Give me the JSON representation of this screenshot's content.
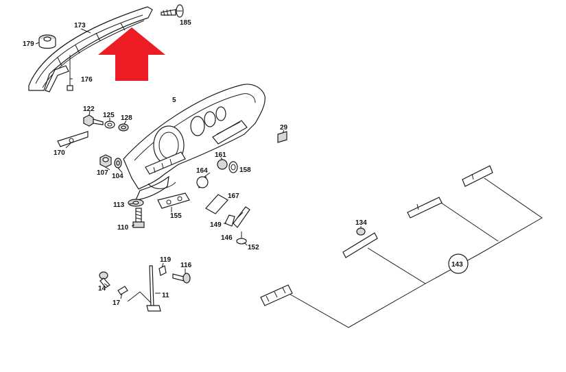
{
  "diagram": {
    "part_labels": {
      "p173": "173",
      "p185": "185",
      "p179": "179",
      "p176": "176",
      "p5": "5",
      "p122": "122",
      "p125": "125",
      "p128": "128",
      "p29": "29",
      "p170": "170",
      "p161": "161",
      "p158": "158",
      "p107": "107",
      "p104": "104",
      "p164": "164",
      "p167": "167",
      "p113": "113",
      "p155": "155",
      "p149": "149",
      "p110": "110",
      "p146": "146",
      "p152": "152",
      "p134": "134",
      "p143": "143",
      "p119": "119",
      "p116": "116",
      "p14": "14",
      "p11": "11",
      "p17": "17"
    },
    "colors": {
      "arrow": "#ee1c25",
      "line": "#1a1a1a",
      "label": "#111111"
    }
  }
}
